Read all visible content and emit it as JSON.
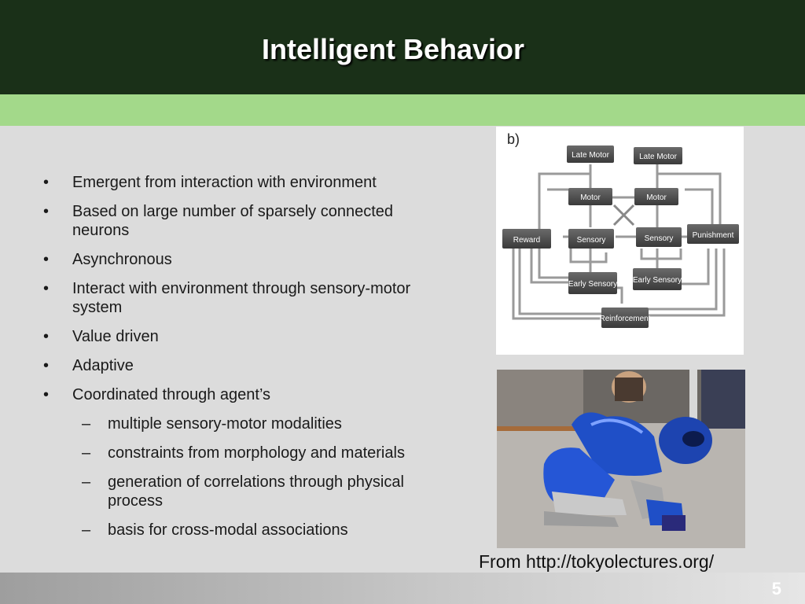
{
  "slide": {
    "title": "Intelligent Behavior",
    "number": "5"
  },
  "bullets": [
    {
      "text": "Emergent from interaction with environment"
    },
    {
      "text": "Based on large number of sparsely connected neurons"
    },
    {
      "text": "Asynchronous"
    },
    {
      "text": "Interact with environment through sensory-motor system"
    },
    {
      "text": "Value driven"
    },
    {
      "text": "Adaptive"
    },
    {
      "text": "Coordinated through agent’s"
    }
  ],
  "sub_bullets": [
    {
      "text": "multiple sensory-motor modalities"
    },
    {
      "text": "constraints from morphology and materials"
    },
    {
      "text": "generation of correlations through physical process"
    },
    {
      "text": "basis for cross-modal associations"
    }
  ],
  "markers": {
    "bullet": "•",
    "sub": "–"
  },
  "diagram": {
    "panel_label": "b)",
    "late_motor_1": "Late Motor",
    "late_motor_2": "Late Motor",
    "motor_1": "Motor",
    "motor_2": "Motor",
    "reward": "Reward",
    "sensory_1": "Sensory",
    "sensory_2": "Sensory",
    "punishment": "Punishment",
    "early_sensory_1": "Early Sensory",
    "early_sensory_2": "Early Sensory",
    "reinforcement": "Reinforcement"
  },
  "caption": "From http://tokyolectures.org/",
  "colors": {
    "header_bg": "#1a3018",
    "band": "#a3d98a",
    "robot_blue": "#1f4fc7"
  }
}
